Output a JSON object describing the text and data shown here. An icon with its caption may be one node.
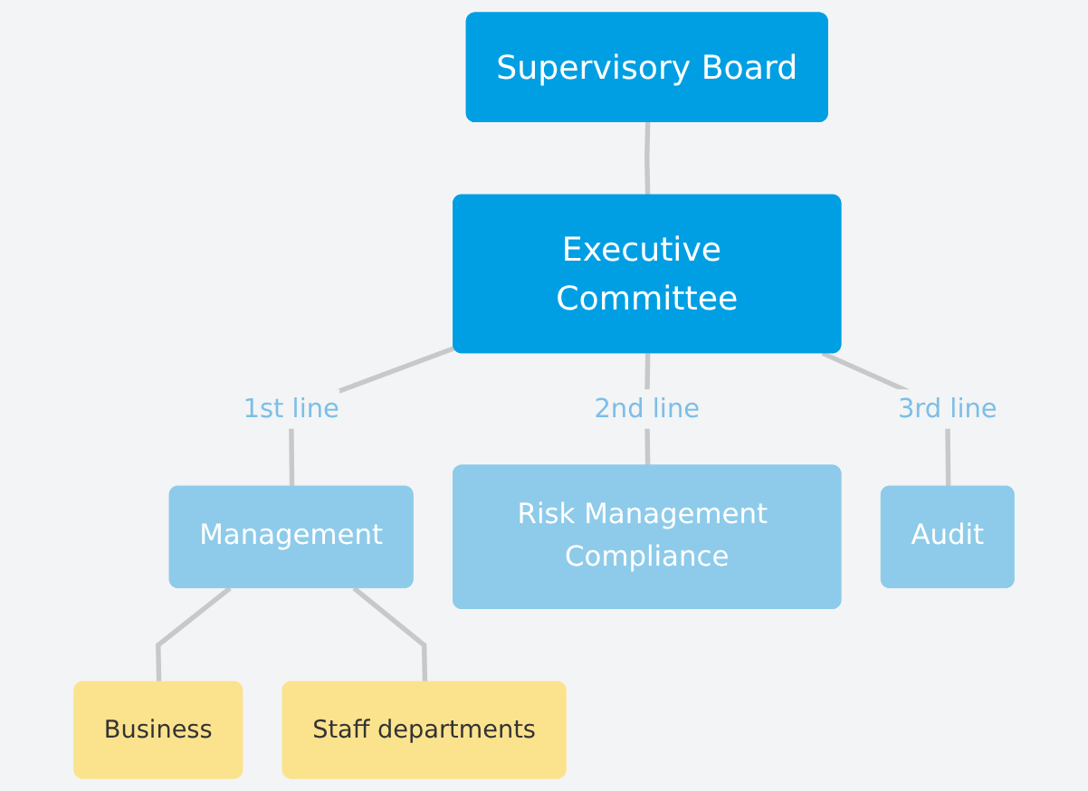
{
  "diagram": {
    "nodes": [
      {
        "text": [
          "Supervisory Board"
        ]
      },
      {
        "text": [
          "Executive Committee"
        ]
      },
      {
        "text": [
          "Management"
        ]
      },
      {
        "text": [
          "Risk Management Compliance"
        ]
      },
      {
        "text": [
          "Audit"
        ]
      },
      {
        "text": [
          "Business"
        ]
      },
      {
        "text": [
          "Staff departments"
        ]
      }
    ],
    "edges": [
      {
        "from": 0,
        "to": 1,
        "arrow": "none"
      },
      {
        "from": 1,
        "to": 2,
        "arrow": "none",
        "label": "1st line"
      },
      {
        "from": 1,
        "to": 3,
        "arrow": "none",
        "label": "2nd line"
      },
      {
        "from": 1,
        "to": 4,
        "arrow": "none",
        "label": "3rd line"
      },
      {
        "from": 2,
        "to": 5,
        "arrow": "none"
      },
      {
        "from": 2,
        "to": 6,
        "arrow": "none"
      }
    ]
  }
}
